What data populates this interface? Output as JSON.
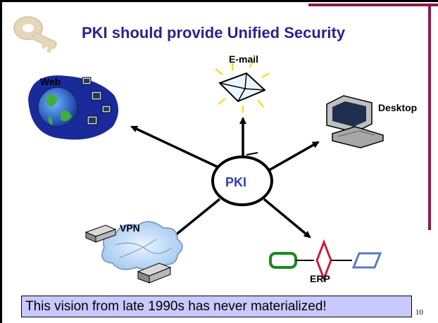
{
  "slide": {
    "title": "PKI should provide Unified Security",
    "center_label": "PKI",
    "applications": {
      "web": "Web",
      "email": "E-mail",
      "desktop": "Desktop",
      "vpn": "VPN",
      "erp": "ERP"
    },
    "footer_note": "This vision from late 1990s has never materialized!",
    "page_number": "10"
  },
  "colors": {
    "title": "#2f1f8f",
    "center_label": "#2f3fb0",
    "note_box": "#c9c9ff",
    "frame_accent": "#8b1a4a"
  }
}
